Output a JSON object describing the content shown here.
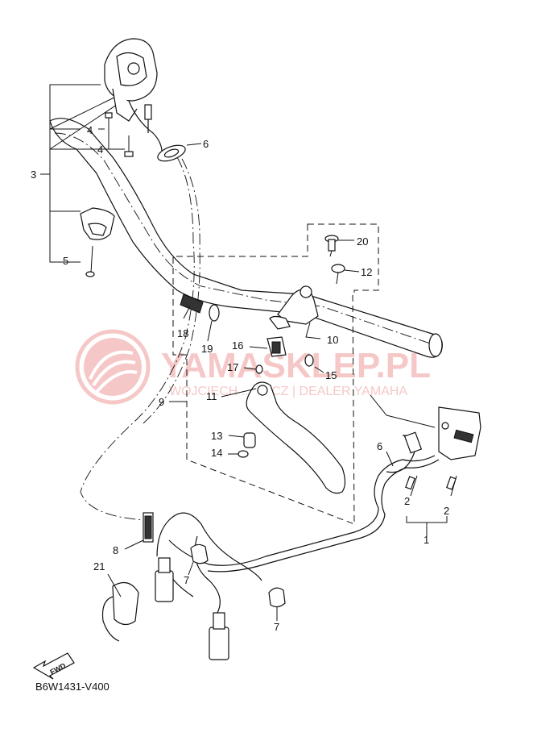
{
  "diagram_code": "B6W1431-V400",
  "fwd_label": "FWD",
  "watermark": {
    "brand": "YAMASKLEP.PL",
    "subtitle": "WOJCIECH ... WICZ | DEALER YAMAHA",
    "color": "#e23a3a"
  },
  "callouts": {
    "c1": "1",
    "c2a": "2",
    "c2b": "2",
    "c3": "3",
    "c4a": "4",
    "c4b": "4",
    "c5": "5",
    "c6a": "6",
    "c6b": "6",
    "c7a": "7",
    "c7b": "7",
    "c8": "8",
    "c9": "9",
    "c10": "10",
    "c11": "11",
    "c12": "12",
    "c13": "13",
    "c14": "14",
    "c15": "15",
    "c16": "16",
    "c17": "17",
    "c18": "18",
    "c19": "19",
    "c20": "20",
    "c21": "21"
  }
}
